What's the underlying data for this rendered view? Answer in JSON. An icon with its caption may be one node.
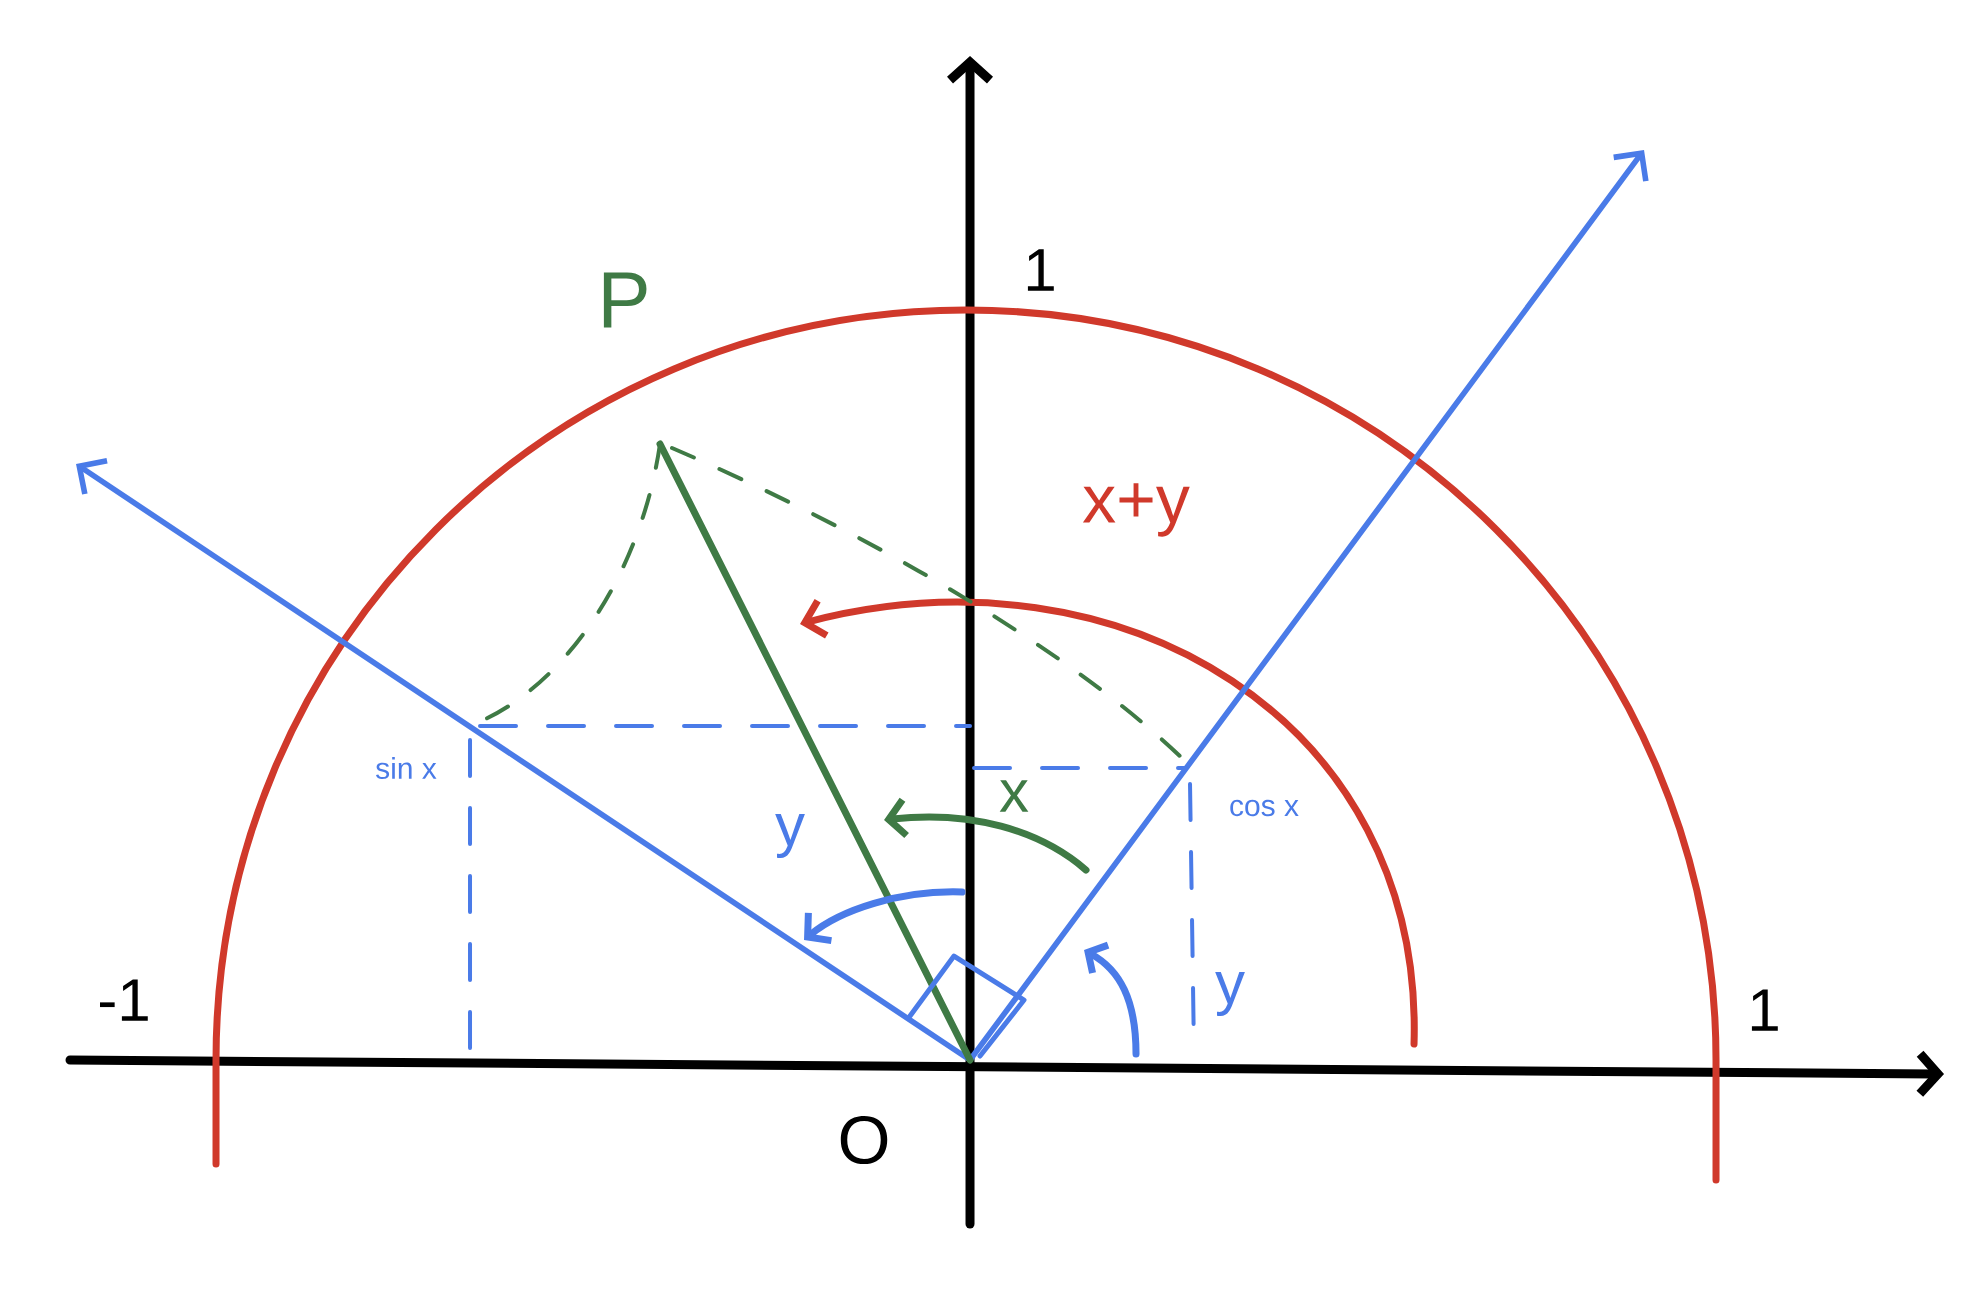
{
  "diagram": {
    "labels": [
      "1",
      "P",
      "x+y",
      "sin x",
      "cos x",
      "x",
      "y",
      "y",
      "-1",
      "1",
      "O"
    ]
  }
}
